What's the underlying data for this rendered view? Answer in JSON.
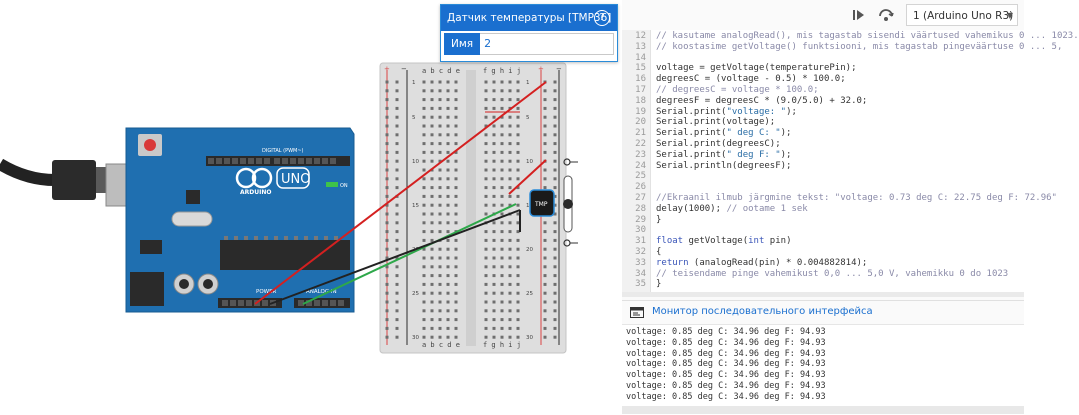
{
  "properties_panel": {
    "title": "Датчик температуры [TMP36]",
    "help_label": "?",
    "name_label": "Имя",
    "name_value": "2"
  },
  "toolbar": {
    "device_select_value": "1 (Arduino Uno R3)",
    "icons": [
      "step-icon",
      "debug-icon"
    ]
  },
  "board": {
    "logo_text": "ARDUINO",
    "model_text": "UNO",
    "digital_label": "DIGITAL (PWM~)",
    "power_label": "POWER",
    "analog_label": "ANALOG IN",
    "on_label": "ON",
    "tmp_label": "TMP"
  },
  "breadboard": {
    "column_labels_left": [
      "a",
      "b",
      "c",
      "d",
      "e"
    ],
    "column_labels_right": [
      "f",
      "g",
      "h",
      "i",
      "j"
    ],
    "row_numbers": [
      "1",
      "5",
      "10",
      "15",
      "20",
      "25",
      "30"
    ]
  },
  "code": {
    "lines": [
      {
        "n": "12",
        "parts": [
          {
            "t": "// kasutame analogRead(), mis tagastab sisendi väärtused vahemikus 0 ... 1023.",
            "c": "cm"
          }
        ]
      },
      {
        "n": "13",
        "parts": [
          {
            "t": "// koostasime getVoltage() funktsiooni, mis tagastab pingeväärtuse 0 ... 5,",
            "c": "cm"
          }
        ]
      },
      {
        "n": "14",
        "parts": []
      },
      {
        "n": "15",
        "parts": [
          {
            "t": "voltage = getVoltage(temperaturePin);",
            "c": ""
          }
        ]
      },
      {
        "n": "16",
        "parts": [
          {
            "t": "degreesC = (voltage - 0.5) * 100.0;",
            "c": ""
          }
        ]
      },
      {
        "n": "17",
        "parts": [
          {
            "t": "// degreesC = voltage * 100.0;",
            "c": "cm"
          }
        ]
      },
      {
        "n": "18",
        "parts": [
          {
            "t": "degreesF = degreesC * (9.0/5.0) + 32.0;",
            "c": ""
          }
        ]
      },
      {
        "n": "19",
        "parts": [
          {
            "t": "Serial.print(",
            "c": ""
          },
          {
            "t": "\"voltage: \"",
            "c": "st"
          },
          {
            "t": ");",
            "c": ""
          }
        ]
      },
      {
        "n": "20",
        "parts": [
          {
            "t": "Serial.print(voltage);",
            "c": ""
          }
        ]
      },
      {
        "n": "21",
        "parts": [
          {
            "t": "Serial.print(",
            "c": ""
          },
          {
            "t": "\" deg C: \"",
            "c": "st"
          },
          {
            "t": ");",
            "c": ""
          }
        ]
      },
      {
        "n": "22",
        "parts": [
          {
            "t": "Serial.print(degreesC);",
            "c": ""
          }
        ]
      },
      {
        "n": "23",
        "parts": [
          {
            "t": "Serial.print(",
            "c": ""
          },
          {
            "t": "\" deg F: \"",
            "c": "st"
          },
          {
            "t": ");",
            "c": ""
          }
        ]
      },
      {
        "n": "24",
        "parts": [
          {
            "t": "Serial.println(degreesF);",
            "c": ""
          }
        ]
      },
      {
        "n": "25",
        "parts": []
      },
      {
        "n": "26",
        "parts": []
      },
      {
        "n": "27",
        "parts": [
          {
            "t": "//Ekraanil ilmub järgmine tekst: \"voltage: 0.73 deg C: 22.75 deg F: 72.96\"",
            "c": "cm"
          }
        ]
      },
      {
        "n": "28",
        "parts": [
          {
            "t": "delay(1000); ",
            "c": ""
          },
          {
            "t": "// ootame 1 sek",
            "c": "cm"
          }
        ]
      },
      {
        "n": "29",
        "parts": [
          {
            "t": "}",
            "c": ""
          }
        ]
      },
      {
        "n": "30",
        "parts": []
      },
      {
        "n": "31",
        "parts": [
          {
            "t": "float",
            "c": "kw"
          },
          {
            "t": " getVoltage(",
            "c": ""
          },
          {
            "t": "int",
            "c": "kw"
          },
          {
            "t": " pin)",
            "c": ""
          }
        ]
      },
      {
        "n": "32",
        "parts": [
          {
            "t": "{",
            "c": ""
          }
        ]
      },
      {
        "n": "33",
        "parts": [
          {
            "t": "return",
            "c": "kw"
          },
          {
            "t": " (analogRead(pin) * 0.004882814);",
            "c": ""
          }
        ]
      },
      {
        "n": "34",
        "parts": [
          {
            "t": "// teisendame pinge vahemikust 0,0 ... 5,0 V, vahemikku 0 do 1023",
            "c": "cm"
          }
        ]
      },
      {
        "n": "35",
        "parts": [
          {
            "t": "}",
            "c": ""
          }
        ]
      }
    ]
  },
  "serial_monitor": {
    "title": "Монитор последовательного интерфейса",
    "lines": [
      "voltage: 0.85 deg C: 34.96 deg F: 94.93",
      "voltage: 0.85 deg C: 34.96 deg F: 94.93",
      "voltage: 0.85 deg C: 34.96 deg F: 94.93",
      "voltage: 0.85 deg C: 34.96 deg F: 94.93",
      "voltage: 0.85 deg C: 34.96 deg F: 94.93",
      "voltage: 0.85 deg C: 34.96 deg F: 94.93",
      "voltage: 0.85 deg C: 34.96 deg F: 94.93"
    ]
  },
  "colors": {
    "board_blue": "#1f6fb0",
    "wire_red": "#d42020",
    "wire_green": "#2ea84a",
    "wire_black": "#222222",
    "accent": "#1a6fcf"
  }
}
